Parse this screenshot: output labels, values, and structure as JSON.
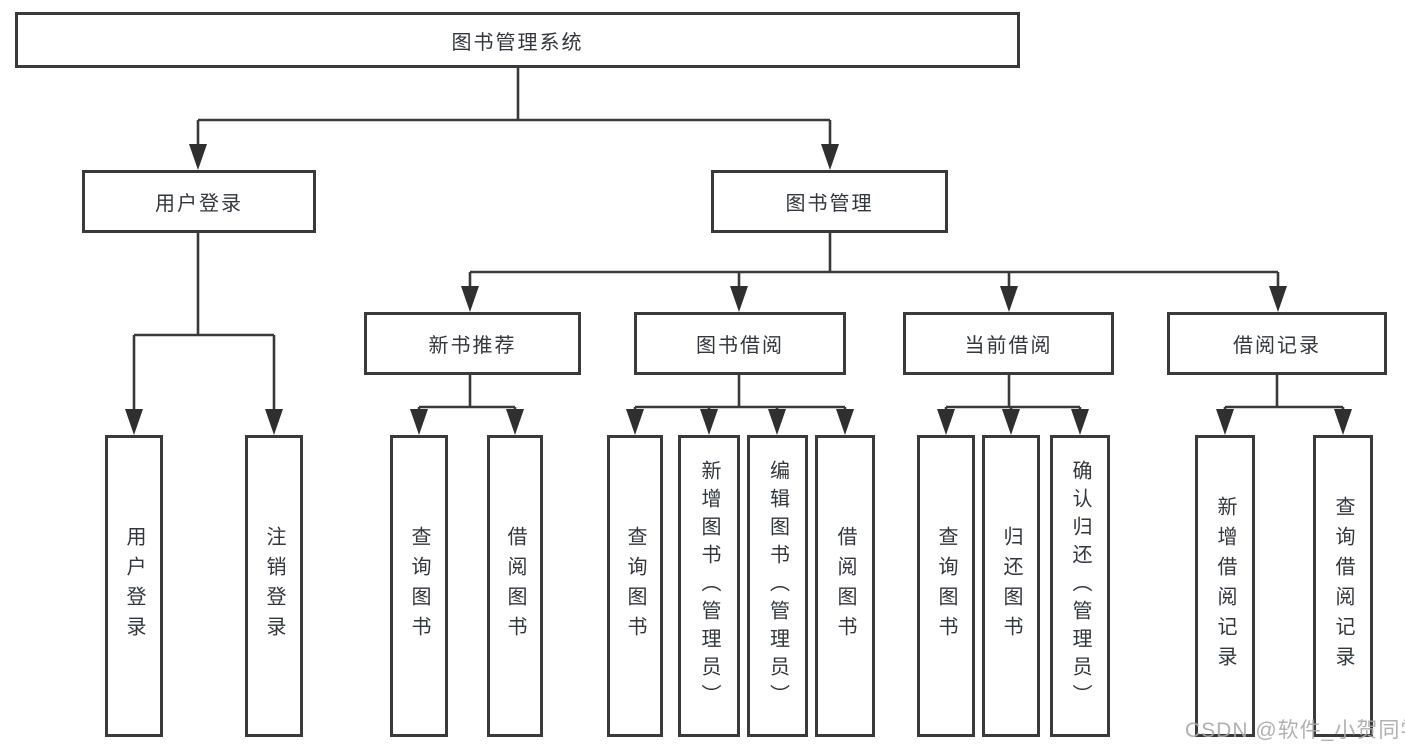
{
  "watermark": "CSDN @软件_小贺同学",
  "colors": {
    "line": "#3a3a3a",
    "text": "#33363b",
    "watermark": "#a9a9a9",
    "background": "#ffffff"
  },
  "tree": {
    "root": "图书管理系统",
    "branches": [
      {
        "label": "用户登录",
        "children": [
          "用户登录",
          "注销登录"
        ]
      },
      {
        "label": "图书管理",
        "groups": [
          {
            "label": "新书推荐",
            "children": [
              "查询图书",
              "借阅图书"
            ]
          },
          {
            "label": "图书借阅",
            "children": [
              "查询图书",
              "新增图书（管理员）",
              "编辑图书（管理员）",
              "借阅图书"
            ]
          },
          {
            "label": "当前借阅",
            "children": [
              "查询图书",
              "归还图书",
              "确认归还（管理员）"
            ]
          },
          {
            "label": "借阅记录",
            "children": [
              "新增借阅记录",
              "查询借阅记录"
            ]
          }
        ]
      }
    ]
  }
}
